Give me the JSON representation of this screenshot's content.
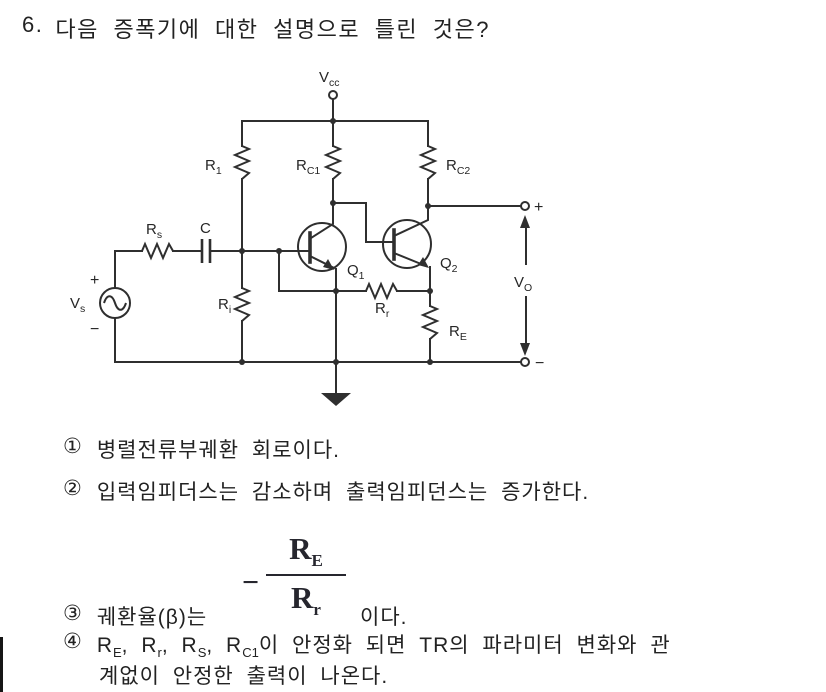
{
  "question": {
    "number": "6.",
    "text": "다음 증폭기에 대한 설명으로 틀린 것은?"
  },
  "circuit": {
    "labels": {
      "vcc": {
        "base": "V",
        "sub": "cc"
      },
      "r1": {
        "base": "R",
        "sub": "1"
      },
      "rc1": {
        "base": "R",
        "sub": "C1"
      },
      "rc2": {
        "base": "R",
        "sub": "C2"
      },
      "rs": {
        "base": "R",
        "sub": "s"
      },
      "cap": "C",
      "ri": {
        "base": "R",
        "sub": "i"
      },
      "rr": {
        "base": "R",
        "sub": "r"
      },
      "re": {
        "base": "R",
        "sub": "E"
      },
      "q1": {
        "base": "Q",
        "sub": "1"
      },
      "q2": {
        "base": "Q",
        "sub": "2"
      },
      "vs": {
        "base": "V",
        "sub": "s"
      },
      "vo": {
        "base": "V",
        "sub": "O"
      },
      "out_plus": "+",
      "out_minus": "−",
      "src_plus": "+",
      "src_minus": "−"
    }
  },
  "options": [
    {
      "num": "①",
      "text": "병렬전류부궤환 회로이다."
    },
    {
      "num": "②",
      "text": "입력임피더스는 감소하며 출력임피던스는 증가한다."
    },
    {
      "num": "③",
      "pre": "궤환율(β)는",
      "minus": "−",
      "frac_num_base": "R",
      "frac_num_sub": "E",
      "frac_den_base": "R",
      "frac_den_sub": "r",
      "post": "이다."
    },
    {
      "num": "④",
      "line1": [
        {
          "t": "R"
        },
        {
          "t": "E",
          "sub": true
        },
        {
          "t": ", R"
        },
        {
          "t": "r",
          "sub": true
        },
        {
          "t": ", R"
        },
        {
          "t": "S",
          "sub": true
        },
        {
          "t": ", R"
        },
        {
          "t": "C1",
          "sub": true
        },
        {
          "t": "이 안정화 되면 TR의 파라미터 변화와 관"
        }
      ],
      "line2": "계없이 안정한 출력이 나온다."
    }
  ]
}
